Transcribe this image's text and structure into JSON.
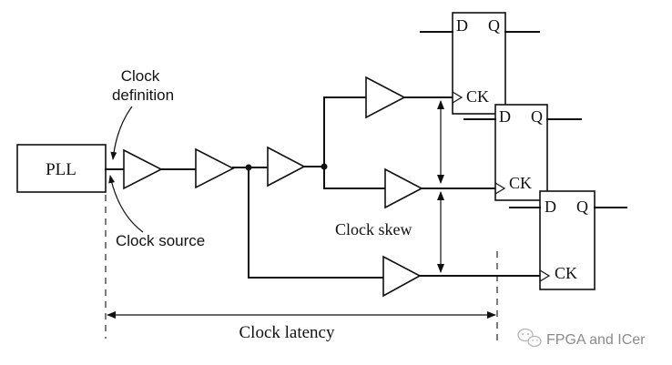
{
  "pll": {
    "label": "PLL"
  },
  "annotations": {
    "clock_definition_line1": "Clock",
    "clock_definition_line2": "definition",
    "clock_source": "Clock source",
    "clock_skew": "Clock skew",
    "clock_latency": "Clock latency"
  },
  "flip_flops": [
    {
      "d": "D",
      "q": "Q",
      "ck": "CK"
    },
    {
      "d": "D",
      "q": "Q",
      "ck": "CK"
    },
    {
      "d": "D",
      "q": "Q",
      "ck": "CK"
    }
  ],
  "watermark": {
    "text": "FPGA and ICer"
  }
}
